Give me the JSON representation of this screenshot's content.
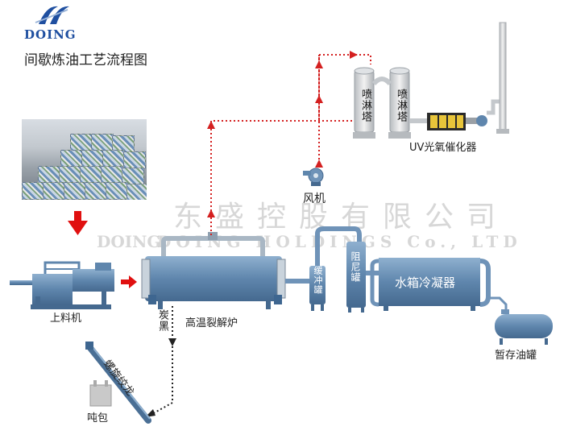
{
  "brand": {
    "name": "DOING",
    "color": "#1f4fa0"
  },
  "title": "间歇炼油工艺流程图",
  "watermark": {
    "cn": "东盛控股有限公司",
    "en": "DOING HOLDINGS Co., LTD",
    "brand": "DOING"
  },
  "labels": {
    "feeder": "上料机",
    "reactor": "高温裂解炉",
    "carbon": "炭黑",
    "buffer": "缓冲罐",
    "damper": "阻尼罐",
    "condenser": "水箱冷凝器",
    "storage": "暂存油罐",
    "fan": "风机",
    "scrubber1": "喷淋塔",
    "scrubber2": "喷淋塔",
    "uv": "UV光氧催化器",
    "screw": "螺旋绞龙",
    "bag": "吨包"
  },
  "colors": {
    "equipment": "#6f93b8",
    "equipment_dark": "#3e6690",
    "flow": "#d42020",
    "arrow": "#e01010",
    "carbon_flow": "#222222"
  }
}
